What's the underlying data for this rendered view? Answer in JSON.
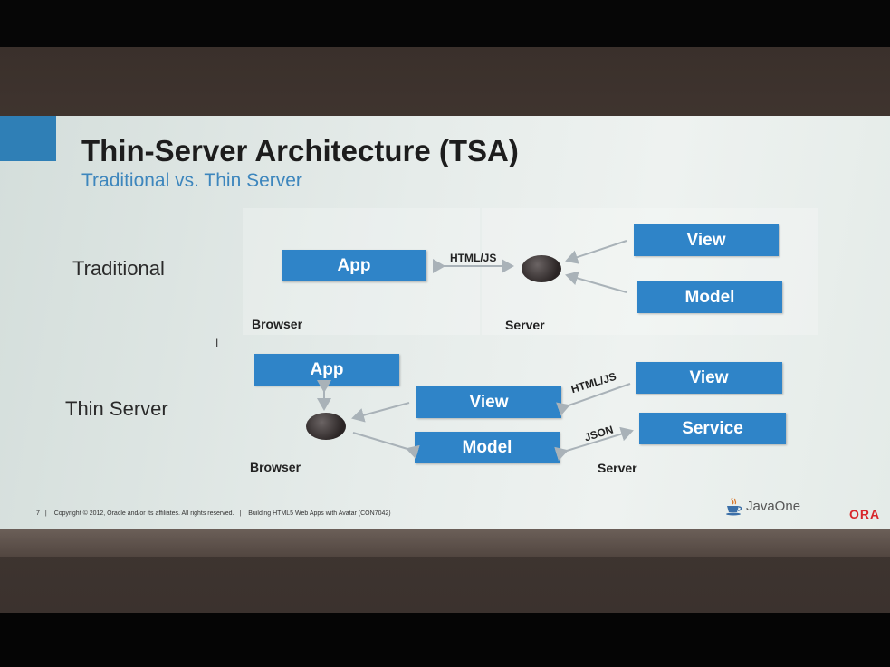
{
  "slide": {
    "title": "Thin-Server Architecture (TSA)",
    "subtitle": "Traditional vs. Thin Server",
    "colors": {
      "accent": "#2f84c8",
      "title": "#1d1d1d",
      "subtitle": "#3d86bd",
      "oracle": "#d8262a"
    }
  },
  "traditional": {
    "label": "Traditional",
    "app": "App",
    "protocol": "HTML/JS",
    "view": "View",
    "model": "Model",
    "browser_caption": "Browser",
    "server_caption": "Server"
  },
  "thin": {
    "label": "Thin Server",
    "app": "App",
    "client_view": "View",
    "client_model": "Model",
    "protocol_view": "HTML/JS",
    "protocol_service": "JSON",
    "server_view": "View",
    "service": "Service",
    "browser_caption": "Browser",
    "server_caption": "Server"
  },
  "footer": {
    "page": "7",
    "copyright": "Copyright © 2012, Oracle and/or its affiliates. All rights reserved.",
    "talk": "Building HTML5 Web Apps with Avatar (CON7042)",
    "javaone": "JavaOne",
    "oracle": "ORA"
  },
  "icons": [
    "java-cup-icon",
    "text-cursor-icon"
  ]
}
